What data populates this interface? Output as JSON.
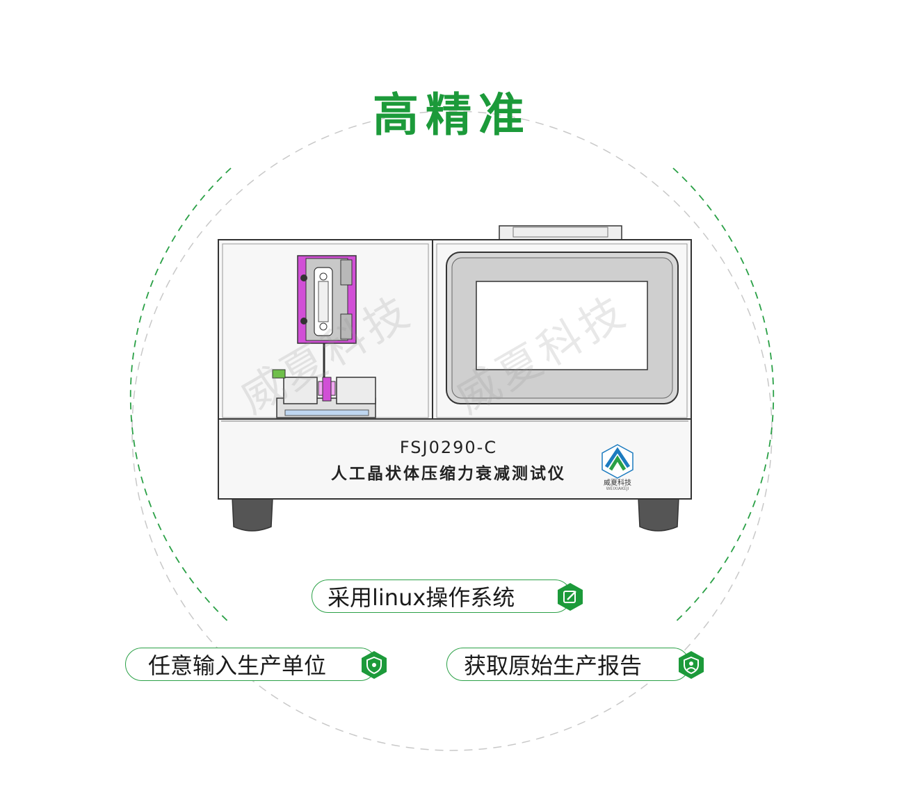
{
  "heading": "高精准",
  "device": {
    "model": "FSJ0290-C",
    "name": "人工晶状体压缩力衰减测试仪",
    "logo_text": "威夏科技",
    "logo_subtext": "WEIXIAKEJI"
  },
  "watermark": "威夏科技",
  "features": [
    {
      "label": "采用linux操作系统",
      "icon": "edit-icon"
    },
    {
      "label": "任意输入生产单位",
      "icon": "shield-bao-icon"
    },
    {
      "label": "获取原始生产报告",
      "icon": "user-shield-icon"
    }
  ],
  "colors": {
    "accent": "#1c9a3a",
    "accent_dark": "#138a30"
  }
}
